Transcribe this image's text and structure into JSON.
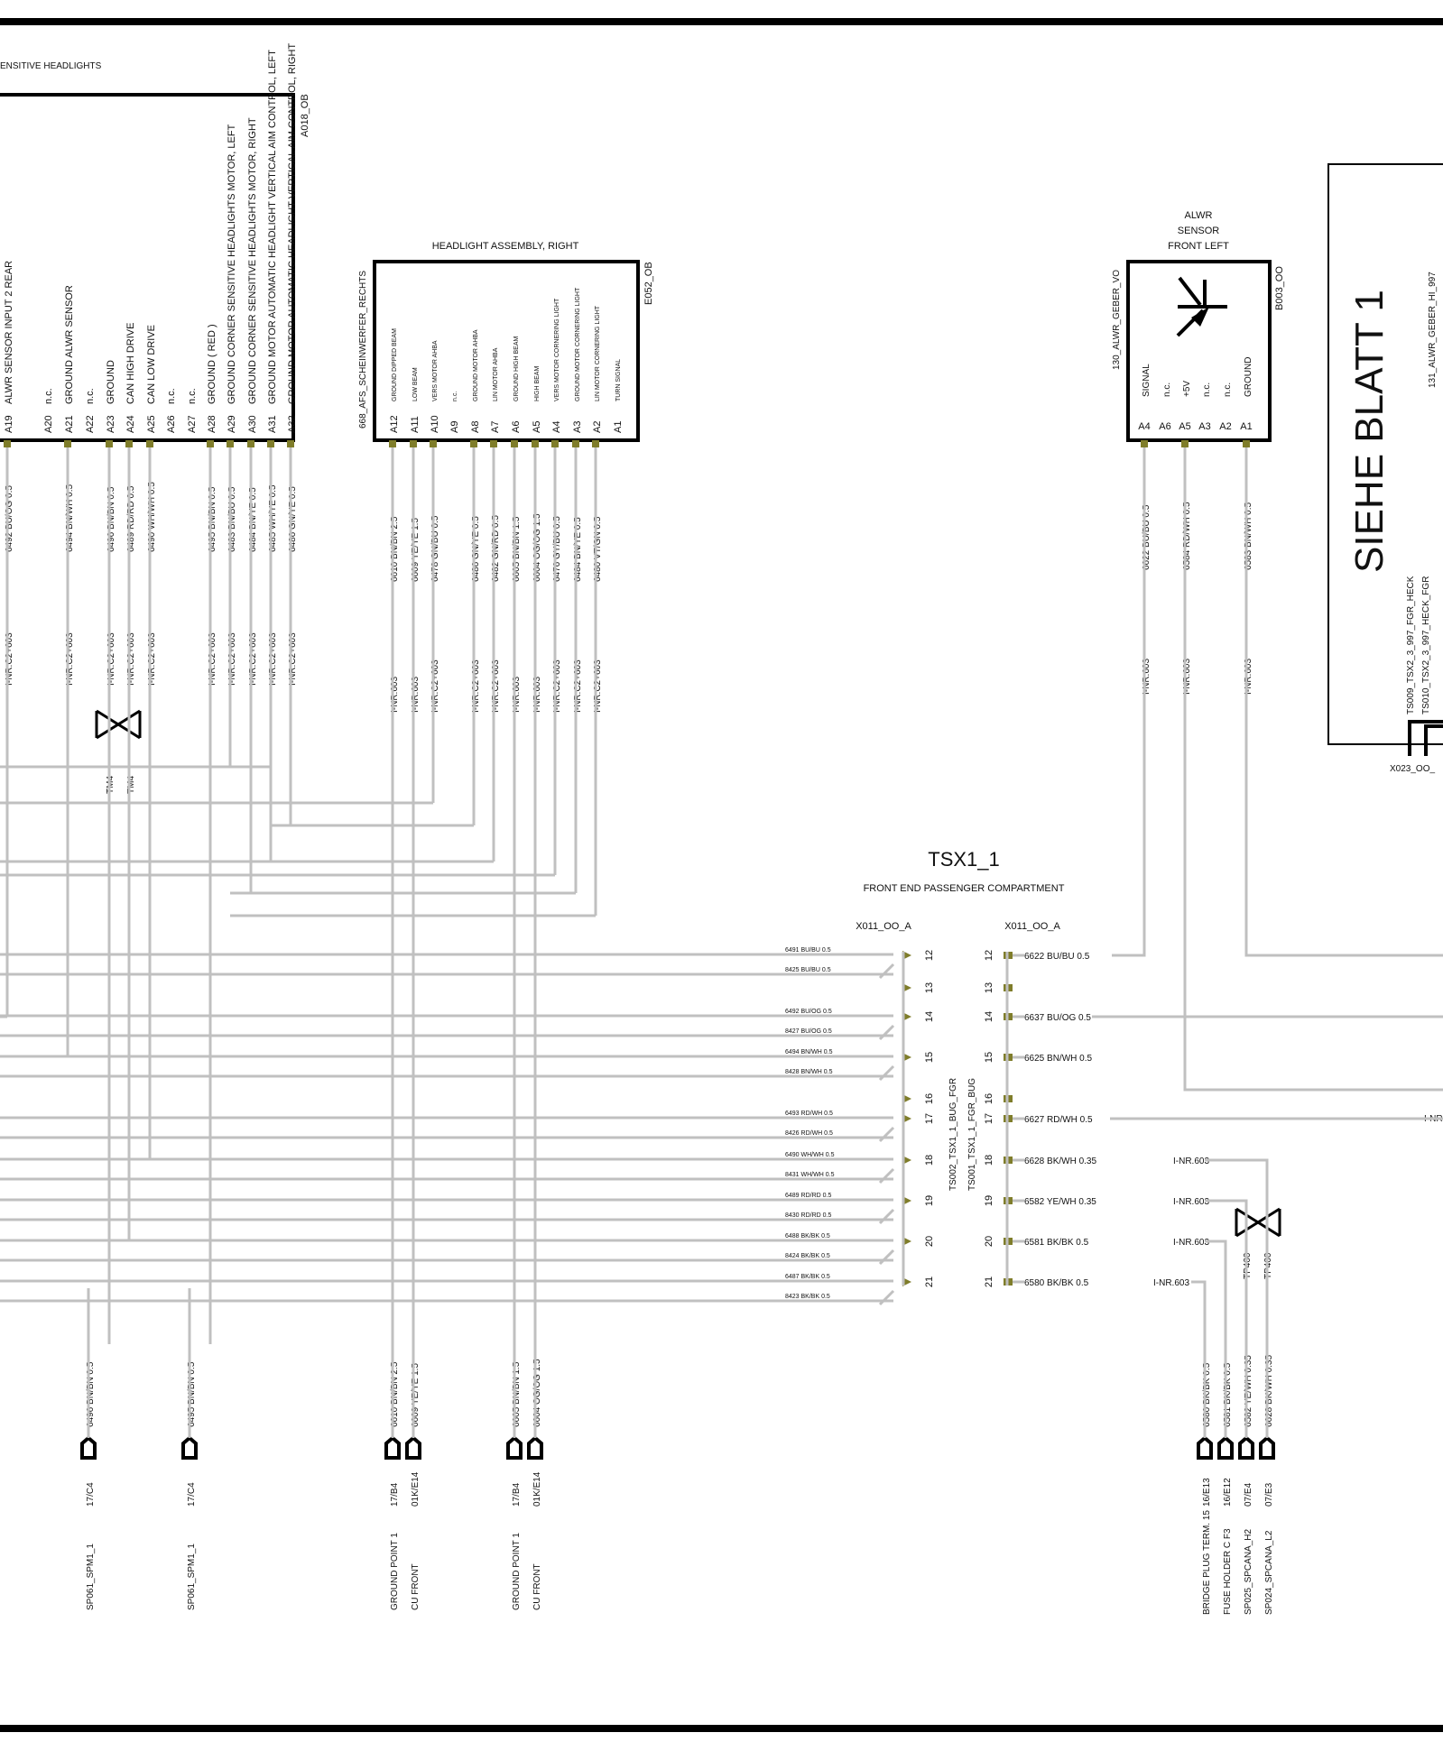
{
  "page_title": "ENSITIVE HEADLIGHTS",
  "module_left": {
    "code": "A018_OB",
    "pins": [
      {
        "pin": "A19",
        "label": "ALWR SENSOR   INPUT 2 REAR",
        "wire": "6492 BU/OG 0.5",
        "inr": "I-NR.C2+603"
      },
      {
        "pin": "A20",
        "label": "n.c.",
        "wire": "",
        "inr": ""
      },
      {
        "pin": "A21",
        "label": "GROUND ALWR SENSOR",
        "wire": "6494 BN/WH 0.5",
        "inr": "I-NR.C2+603"
      },
      {
        "pin": "A22",
        "label": "n.c.",
        "wire": "",
        "inr": ""
      },
      {
        "pin": "A23",
        "label": "GROUND",
        "wire": "6496 BN/BN 0.5",
        "inr": "I-NR.C2+603"
      },
      {
        "pin": "A24",
        "label": "CAN HIGH DRIVE",
        "wire": "6489 RD/RD 0.5",
        "inr": "I-NR.C2+603"
      },
      {
        "pin": "A25",
        "label": "CAN LOW DRIVE",
        "wire": "6490 WH/WH 0.5",
        "inr": "I-NR.C2+603"
      },
      {
        "pin": "A26",
        "label": "n.c.",
        "wire": "",
        "inr": ""
      },
      {
        "pin": "A27",
        "label": "n.c.",
        "wire": "",
        "inr": ""
      },
      {
        "pin": "A28",
        "label": "GROUND       ( RED )",
        "wire": "6495 BN/BN 0.5",
        "inr": "I-NR.C2+603"
      },
      {
        "pin": "A29",
        "label": "GROUND  CORNER SENSITIVE HEADLIGHTS  MOTOR, LEFT",
        "wire": "6483 BN/BU 0.5",
        "inr": "I-NR.C2+603"
      },
      {
        "pin": "A30",
        "label": "GROUND  CORNER SENSITIVE HEADLIGHTS  MOTOR, RIGHT",
        "wire": "6484 BN/YE 0.5",
        "inr": "I-NR.C2+603"
      },
      {
        "pin": "A31",
        "label": "GROUND  MOTOR  AUTOMATIC HEADLIGHT VERTICAL AIM  CONTROL, LEFT",
        "wire": "6485 WH/YE 0.5",
        "inr": "I-NR.C2+603"
      },
      {
        "pin": "A32",
        "label": "GROUND  MOTOR  AUTOMATIC HEADLIGHT VERTICAL AIM  CONTROL, RIGHT",
        "wire": "6486 GN/YE 0.5",
        "inr": "I-NR.C2+603"
      }
    ],
    "twist_labels": [
      "TM4",
      "TM4"
    ]
  },
  "headlight_right": {
    "title": "HEADLIGHT ASSEMBLY, RIGHT",
    "code": "E052_OB",
    "side_label": "668_AFS_SCHEINWERFER_RECHTS",
    "pins": [
      {
        "pin": "A12",
        "label": "GROUND DIPPED BEAM",
        "wire": "6610 BN/BN 2.5",
        "inr": "I-NR.603"
      },
      {
        "pin": "A11",
        "label": "LOW BEAM",
        "wire": "6609 YE/YE 1.5",
        "inr": "I-NR.603"
      },
      {
        "pin": "A10",
        "label": "VERS MOTOR AHBA",
        "wire": "6478 GN/BU 0.5",
        "inr": "I-NR.C2+603"
      },
      {
        "pin": "A9",
        "label": "n.c.",
        "wire": "",
        "inr": ""
      },
      {
        "pin": "A8",
        "label": "GROUND MOTOR AHBA",
        "wire": "6486 GN/YE 0.5",
        "inr": "I-NR.C2+603"
      },
      {
        "pin": "A7",
        "label": "LIN MOTOR AHBA",
        "wire": "6482 GN/RD 0.5",
        "inr": "I-NR.C2+603"
      },
      {
        "pin": "A6",
        "label": "GROUND HIGH BEAM",
        "wire": "6605 BN/BN 1.5",
        "inr": "I-NR.603"
      },
      {
        "pin": "A5",
        "label": "HIGH BEAM",
        "wire": "6604 OG/OG 1.5",
        "inr": "I-NR.603"
      },
      {
        "pin": "A4",
        "label": "VERS MOTOR CORNERING LIGHT",
        "wire": "6476 GY/BU 0.5",
        "inr": "I-NR.C2+603"
      },
      {
        "pin": "A3",
        "label": "GROUND MOTOR CORNERING LIGHT",
        "wire": "6484 BN/YE 0.5",
        "inr": "I-NR.C2+603"
      },
      {
        "pin": "A2",
        "label": "LIN MOTOR CORNERING LIGHT",
        "wire": "6480 VT/GN 0.5",
        "inr": "I-NR.C2+603"
      },
      {
        "pin": "A1",
        "label": "TURN SIGNAL",
        "wire": "",
        "inr": ""
      }
    ]
  },
  "sensor": {
    "title_lines": [
      "ALWR",
      "SENSOR",
      "FRONT LEFT"
    ],
    "code": "B003_OO",
    "side_label": "130_ALWR_GEBER_VO",
    "pins": [
      {
        "pin": "A4",
        "label": "SIGNAL",
        "wire": "6622 BU/BU 0.5",
        "inr": "I-NR.603"
      },
      {
        "pin": "A6",
        "label": "n.c.",
        "wire": "",
        "inr": ""
      },
      {
        "pin": "A5",
        "label": "+5V",
        "wire": "6584 RD/WH 0.5",
        "inr": "I-NR.603"
      },
      {
        "pin": "A3",
        "label": "n.c.",
        "wire": "",
        "inr": ""
      },
      {
        "pin": "A2",
        "label": "n.c.",
        "wire": "",
        "inr": ""
      },
      {
        "pin": "A1",
        "label": "GROUND",
        "wire": "6583 BN/WH 0.5",
        "inr": "I-NR.603"
      }
    ]
  },
  "reference_box": {
    "title": "SIEHE BLATT 1",
    "side_label": "131_ALWR_GEBER_HI_997",
    "sub_labels": [
      "TS009_TSX2_3_997_FGR_HECK",
      "TS010_TSX2_3_997_HECK_FGR"
    ],
    "connector": "X023_OO_"
  },
  "splice": {
    "title": "TSX1_1",
    "subtitle": "FRONT END  PASSENGER COMPARTMENT",
    "left_connector": "X011_OO_A",
    "right_connector": "X011_OO_A",
    "vertical_labels": [
      "TS002_TSX1_1_BUG_FGR",
      "TS001_TSX1_1_FGR_BUG"
    ],
    "rows": [
      {
        "pin": "12",
        "left": [
          "6491 BU/BU 0.5",
          "8425 BU/BU 0.5"
        ],
        "right": "6622 BU/BU 0.5",
        "right_inr": ""
      },
      {
        "pin": "13",
        "left": [],
        "right": "",
        "right_inr": ""
      },
      {
        "pin": "14",
        "left": [
          "6492 BU/OG 0.5",
          "8427 BU/OG 0.5"
        ],
        "right": "6637 BU/OG 0.5",
        "right_inr": ""
      },
      {
        "pin": "15",
        "left": [
          "6494 BN/WH 0.5",
          "8428 BN/WH 0.5"
        ],
        "right": "6625 BN/WH 0.5",
        "right_inr": ""
      },
      {
        "pin": "16",
        "left": [],
        "right": "",
        "right_inr": ""
      },
      {
        "pin": "17",
        "left": [
          "6493 RD/WH 0.5",
          "8426 RD/WH 0.5"
        ],
        "right": "6627 RD/WH 0.5",
        "right_inr": ""
      },
      {
        "pin": "18",
        "left": [
          "6490 WH/WH 0.5",
          "8431 WH/WH 0.5"
        ],
        "right": "6628 BK/WH 0.35",
        "right_inr": "I-NR.603"
      },
      {
        "pin": "19",
        "left": [
          "6489 RD/RD 0.5",
          "8430 RD/RD 0.5"
        ],
        "right": "6582 YE/WH 0.35",
        "right_inr": "I-NR.603"
      },
      {
        "pin": "20",
        "left": [
          "6488 BK/BK 0.5",
          "8424 BK/BK 0.5"
        ],
        "right": "6581 BK/BK 0.5",
        "right_inr": "I-NR.603"
      },
      {
        "pin": "21",
        "left": [
          "6487 BK/BK 0.5",
          "8423 BK/BK 0.5"
        ],
        "right": "6580 BK/BK 0.5",
        "right_inr": "I-NR.603"
      }
    ],
    "edge_inr": "I-NR"
  },
  "twist_pair_right": [
    "TP400",
    "TP400"
  ],
  "grounds": [
    {
      "wire": "6496 BN/BN 0.5",
      "ref": "17/C4",
      "dest": "SP061_SPM1_1"
    },
    {
      "wire": "6495 BN/BN 0.5",
      "ref": "17/C4",
      "dest": "SP061_SPM1_1"
    },
    {
      "wire": "6610 BN/BN 2.5",
      "ref": "17/B4",
      "dest": "GROUND POINT 1"
    },
    {
      "wire": "6609 YE/YE 1.5",
      "ref": "01K/E14",
      "dest": "CU FRONT"
    },
    {
      "wire": "6605 BN/BN 1.5",
      "ref": "17/B4",
      "dest": "GROUND POINT 1"
    },
    {
      "wire": "6604 OG/OG 1.5",
      "ref": "01K/E14",
      "dest": "CU FRONT"
    },
    {
      "wire": "6580 BK/BK 0.5",
      "ref": "16/E13",
      "dest": "BRIDGE PLUG TERM. 15"
    },
    {
      "wire": "6581 BK/BK 0.5",
      "ref": "16/E12",
      "dest": "FUSE HOLDER C F3"
    },
    {
      "wire": "6582 YE/WH 0.35",
      "ref": "07/E4",
      "dest": "SP025_SPCANA_H2"
    },
    {
      "wire": "6628 BK/WH 0.35",
      "ref": "07/E3",
      "dest": "SP024_SPCANA_L2"
    }
  ]
}
